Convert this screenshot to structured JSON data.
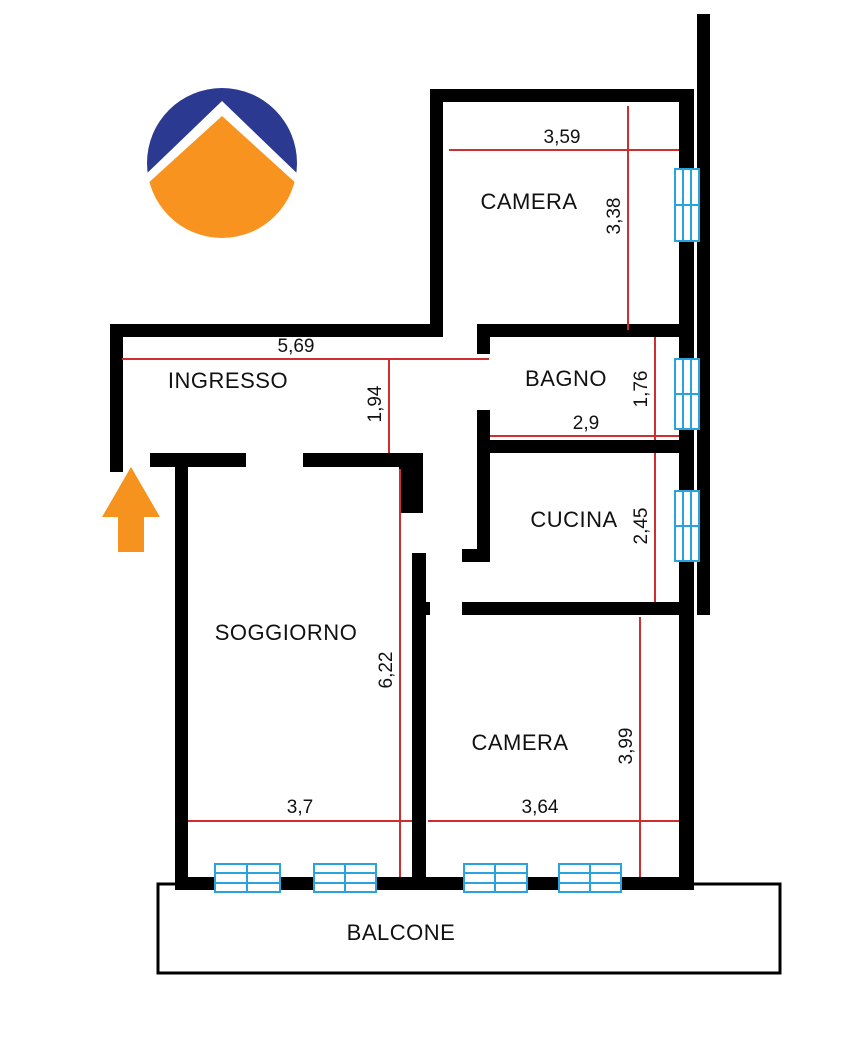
{
  "rooms": [
    {
      "id": "camera-nord",
      "label": "CAMERA"
    },
    {
      "id": "bagno",
      "label": "BAGNO"
    },
    {
      "id": "cucina",
      "label": "CUCINA"
    },
    {
      "id": "ingresso",
      "label": "INGRESSO"
    },
    {
      "id": "soggiorno",
      "label": "SOGGIORNO"
    },
    {
      "id": "camera-sud",
      "label": "CAMERA"
    },
    {
      "id": "balcone",
      "label": "BALCONE"
    }
  ],
  "dimensions_m": [
    {
      "room": "camera-nord",
      "edge": "width",
      "value": "3,59"
    },
    {
      "room": "camera-nord",
      "edge": "height",
      "value": "3,38"
    },
    {
      "room": "ingresso",
      "edge": "width",
      "value": "5,69"
    },
    {
      "room": "ingresso",
      "edge": "height",
      "value": "1,94"
    },
    {
      "room": "bagno",
      "edge": "width",
      "value": "2,9"
    },
    {
      "room": "bagno",
      "edge": "height",
      "value": "1,76"
    },
    {
      "room": "cucina",
      "edge": "height",
      "value": "2,45"
    },
    {
      "room": "soggiorno",
      "edge": "height",
      "value": "6,22"
    },
    {
      "room": "soggiorno",
      "edge": "width",
      "value": "3,7"
    },
    {
      "room": "camera-sud",
      "edge": "width",
      "value": "3,64"
    },
    {
      "room": "camera-sud",
      "edge": "height",
      "value": "3,99"
    }
  ],
  "icons": [
    {
      "name": "window-icon",
      "meaning": "window symbol on wall"
    },
    {
      "name": "entrance-arrow-icon",
      "meaning": "entrance direction arrow"
    },
    {
      "name": "agency-logo",
      "meaning": "agency logo circle"
    }
  ],
  "colors": {
    "wall": "#000000",
    "dimension": "#cf2e2e",
    "dim_text": "#111111",
    "room_text": "#111111",
    "window": "#2aa2dc",
    "arrow": "#f6921e",
    "logo_navy": "#2b3990",
    "logo_orange": "#f7931e"
  }
}
